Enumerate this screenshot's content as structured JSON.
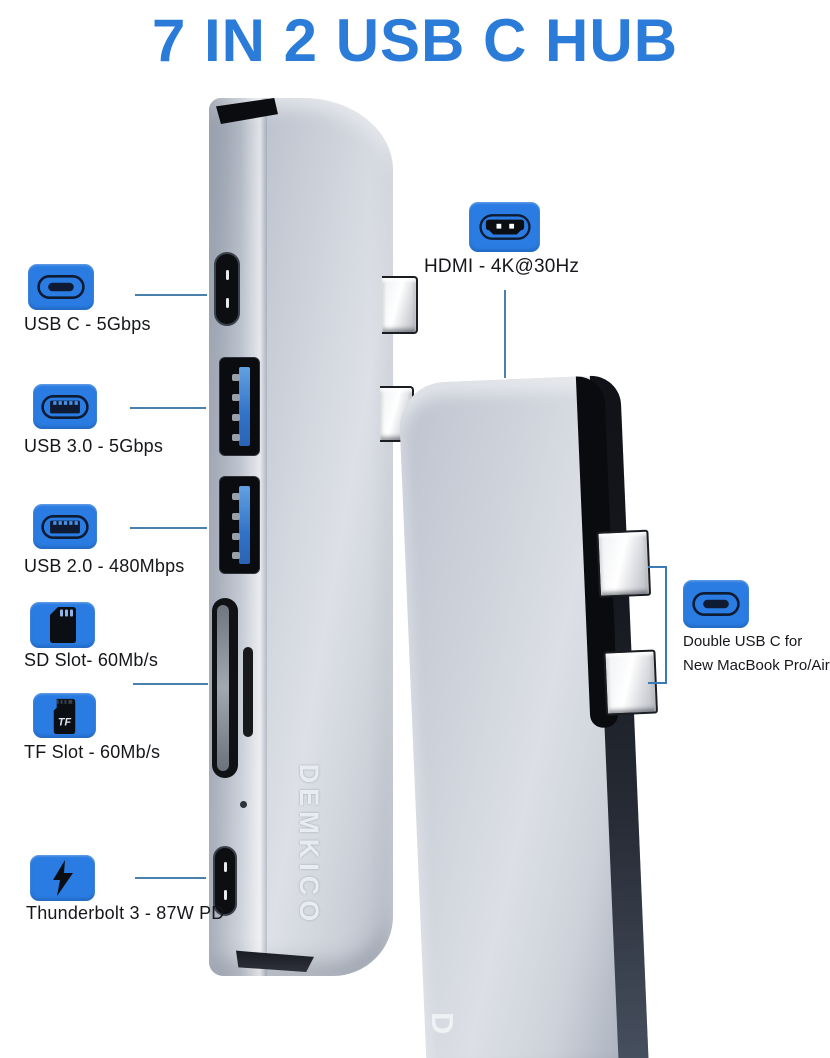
{
  "title": "7 IN 2 USB C HUB",
  "brand": {
    "name": "DEMKICO",
    "partial": "D"
  },
  "callouts": {
    "usb_c": {
      "label": "USB C - 5Gbps"
    },
    "usb_30": {
      "label": "USB 3.0 - 5Gbps"
    },
    "usb_20": {
      "label": "USB 2.0 - 480Mbps"
    },
    "sd": {
      "label": "SD Slot- 60Mb/s"
    },
    "tf": {
      "label": "TF Slot - 60Mb/s",
      "icon_text": "TF"
    },
    "thunderbolt": {
      "label": "Thunderbolt 3 - 87W PD"
    },
    "hdmi": {
      "label": "HDMI - 4K@30Hz"
    },
    "double_usb_c": {
      "line1": "Double USB C for",
      "line2": "New MacBook Pro/Air"
    }
  },
  "colors": {
    "title_blue": "#2b7cd9",
    "icon_blue": "#2a7ce2",
    "connector_line": "#4a80ac",
    "bracket_blue": "#3b7cb8",
    "glyph_dark": "#0f1b33"
  }
}
